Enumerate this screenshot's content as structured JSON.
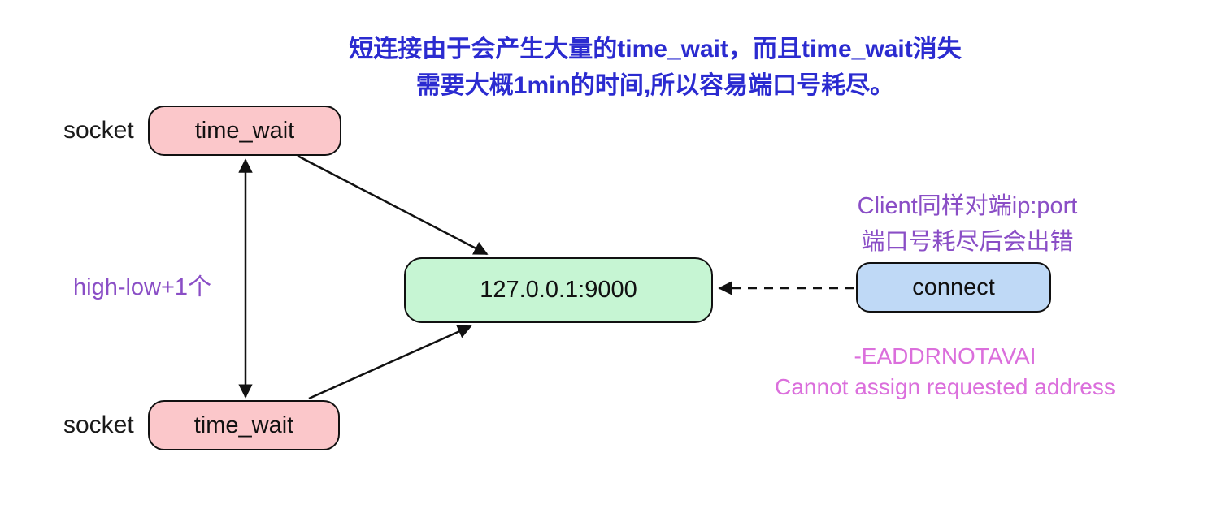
{
  "title": {
    "line1": "短连接由于会产生大量的time_wait，而且time_wait消失",
    "line2": "需要大概1min的时间,所以容易端口号耗尽。"
  },
  "nodes": {
    "top_socket": {
      "label": "socket",
      "state": "time_wait"
    },
    "bottom_socket": {
      "label": "socket",
      "state": "time_wait"
    },
    "server": {
      "label": "127.0.0.1:9000"
    },
    "client_action": {
      "label": "connect"
    }
  },
  "annotations": {
    "port_range": "high-low+1个",
    "client_note_line1": "Client同样对端ip:port",
    "client_note_line2": "端口号耗尽后会出错",
    "error_line1": "-EADDRNOTAVAI",
    "error_line2": "Cannot assign requested address"
  },
  "edges": [
    {
      "from": "top time_wait socket",
      "to": "bottom time_wait socket",
      "style": "solid",
      "arrows": "both"
    },
    {
      "from": "top time_wait socket",
      "to": "127.0.0.1:9000",
      "style": "solid",
      "arrows": "end"
    },
    {
      "from": "bottom time_wait socket",
      "to": "127.0.0.1:9000",
      "style": "solid",
      "arrows": "end"
    },
    {
      "from": "connect",
      "to": "127.0.0.1:9000",
      "style": "dashed",
      "arrows": "end"
    }
  ],
  "colors": {
    "title_text": "#2B2BD0",
    "purple_text": "#8A4EC6",
    "magenta_text": "#DB6FDC",
    "pink_fill": "#FBC7CA",
    "green_fill": "#C6F5D3",
    "blue_fill": "#BFD9F6",
    "line_and_border": "#111111",
    "background": "#FFFFFF"
  }
}
